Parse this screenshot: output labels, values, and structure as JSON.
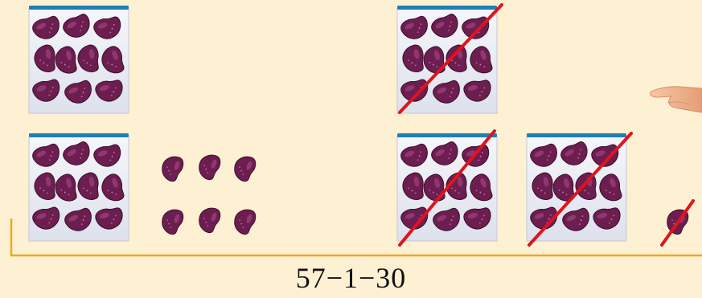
{
  "equation": "57−1−30",
  "colors": {
    "background": "#fdf0d3",
    "bean": "#6b1e4f",
    "bean_light": "#9a3d78",
    "bag_top": "#1f7fb3",
    "strike": "#e0131d",
    "bracket": "#f0a81e"
  },
  "groups": {
    "left": {
      "bags_of_ten": 2,
      "loose_beans": 6
    },
    "right": {
      "bags_crossed_out": 3,
      "loose_beans_crossed_out": 1,
      "hand_icon": "pointing-hand-icon"
    }
  }
}
